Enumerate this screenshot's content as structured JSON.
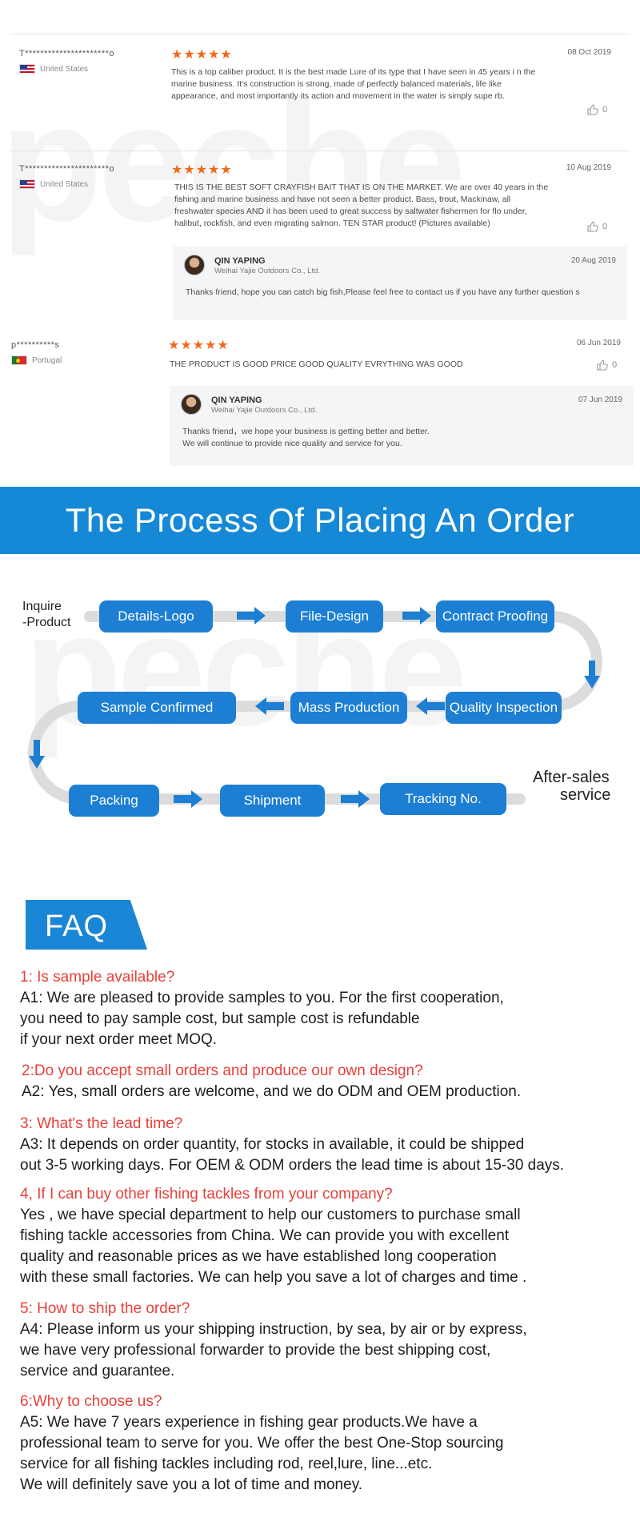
{
  "reviews": [
    {
      "reviewer": "T**********************o",
      "country": "United States",
      "flag": "us",
      "stars": "★★★★★",
      "date": "08 Oct 2019",
      "text": "This is a top caliber product. It is the best made Lure of its type that I have seen in 45 years i n the marine business. It's construction is strong, made of perfectly balanced materials, life  like appearance, and most importantly its action and movement in the water is simply supe rb.",
      "likes": "0"
    },
    {
      "reviewer": "T**********************o",
      "country": "United States",
      "flag": "us",
      "stars": "★★★★★",
      "date": "10 Aug 2019",
      "text": "THIS IS THE BEST SOFT CRAYFISH BAIT THAT IS ON THE MARKET. We are over 40 years in the fishing and marine business and have not seen a better product. Bass, trout, Mackinaw, all freshwater species AND it has been used to great success by saltwater fishermen for flo under, halibut, rockfish, and even migrating salmon. TEN STAR product! (Pictures available)",
      "likes": "0",
      "reply": {
        "name": "QIN YAPING",
        "company": "Weihai Yajie Outdoors Co., Ltd.",
        "date": "20 Aug 2019",
        "text": "Thanks friend, hope you can catch big fish,Please feel free to contact us if you have any further question s"
      }
    },
    {
      "reviewer": "p**********s",
      "country": "Portugal",
      "flag": "pt",
      "stars": "★★★★★",
      "date": "06 Jun 2019",
      "text": "THE PRODUCT IS GOOD PRICE GOOD QUALITY EVRYTHING WAS GOOD",
      "likes": "0",
      "reply": {
        "name": "QIN YAPING",
        "company": "Weihai Yajie Outdoors Co., Ltd.",
        "date": "07 Jun 2019",
        "text": "Thanks friend，we hope your business is getting better and better.\nWe will continue to provide nice quality and service for you."
      }
    }
  ],
  "watermark": "peche",
  "banner": {
    "title": "The Process Of Placing An Order"
  },
  "process": {
    "start_label_1": "Inquire",
    "start_label_2": "-Product",
    "steps": [
      "Details-Logo",
      "File-Design",
      "Contract Proofing",
      "Quality Inspection",
      "Mass Production",
      "Sample Confirmed",
      "Packing",
      "Shipment",
      "Tracking No."
    ],
    "end_label_1": "After-sales",
    "end_label_2": "service",
    "colors": {
      "step": "#1c7fd3",
      "track": "#dcdcdc",
      "arrow": "#1c7fd3"
    }
  },
  "faq": {
    "title": "FAQ",
    "items": [
      {
        "q": "1: Is sample available?",
        "a": "A1: We are pleased to provide samples to you. For the first cooperation,\nyou need to pay sample cost, but sample cost is refundable\nif your next order meet MOQ."
      },
      {
        "q": "2:Do you accept small orders and produce our own design?",
        "a": "A2: Yes, small orders are welcome, and we do ODM and OEM production."
      },
      {
        "q": "3: What's the lead time?",
        "a": "A3: It depends on order quantity, for stocks in available, it could be shipped\nout 3-5 working days. For OEM & ODM orders the lead time is about 15-30 days."
      },
      {
        "q": "4, If I can buy other fishing tackles from your company?",
        "a": "Yes , we have special department to help our customers to purchase small\nfishing tackle accessories from China. We can provide you with excellent\nquality and reasonable prices as we have established long cooperation\nwith these small factories. We can help you save a lot of charges and time ."
      },
      {
        "q": "5: How to ship the order?",
        "a": "A4: Please inform us your shipping instruction, by sea, by air or by express,\nwe have very professional forwarder to provide the best shipping cost,\nservice and guarantee."
      },
      {
        "q": "6:Why to choose us?",
        "a": "A5: We have 7 years experience in fishing gear products.We have a\nprofessional team to serve for you. We offer the best One-Stop sourcing\nservice for all fishing tackles including rod, reel,lure, line...etc.\nWe will definitely save you a lot of time and money."
      }
    ],
    "colors": {
      "question": "#e8413a",
      "tab": "#1a86d5"
    }
  }
}
